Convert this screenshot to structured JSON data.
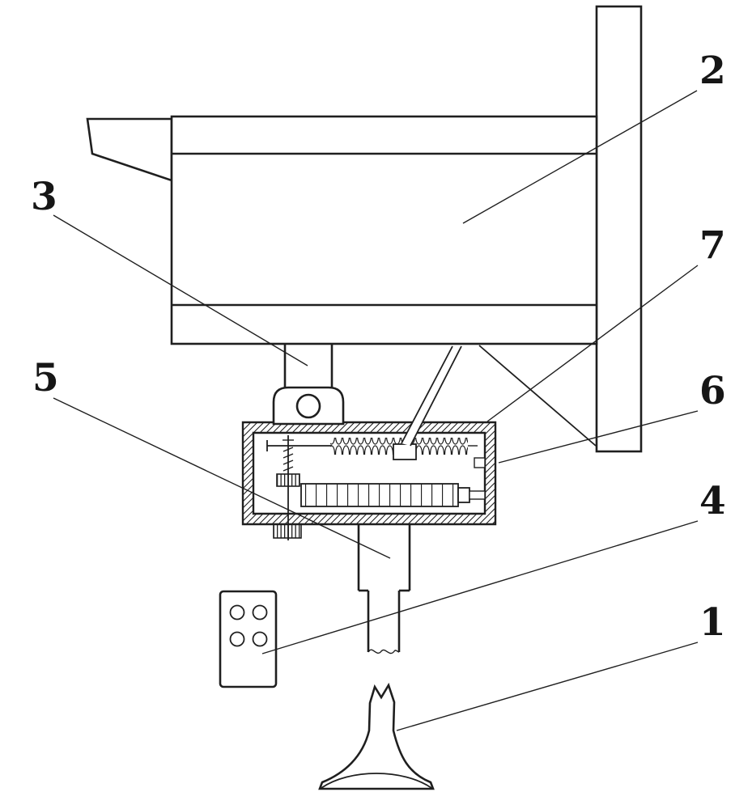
{
  "figure": {
    "ink": "#1f1f1f",
    "background": "#ffffff"
  },
  "callouts": [
    {
      "number": "2"
    },
    {
      "number": "3"
    },
    {
      "number": "7"
    },
    {
      "number": "6"
    },
    {
      "number": "5"
    },
    {
      "number": "4"
    },
    {
      "number": "1"
    }
  ]
}
